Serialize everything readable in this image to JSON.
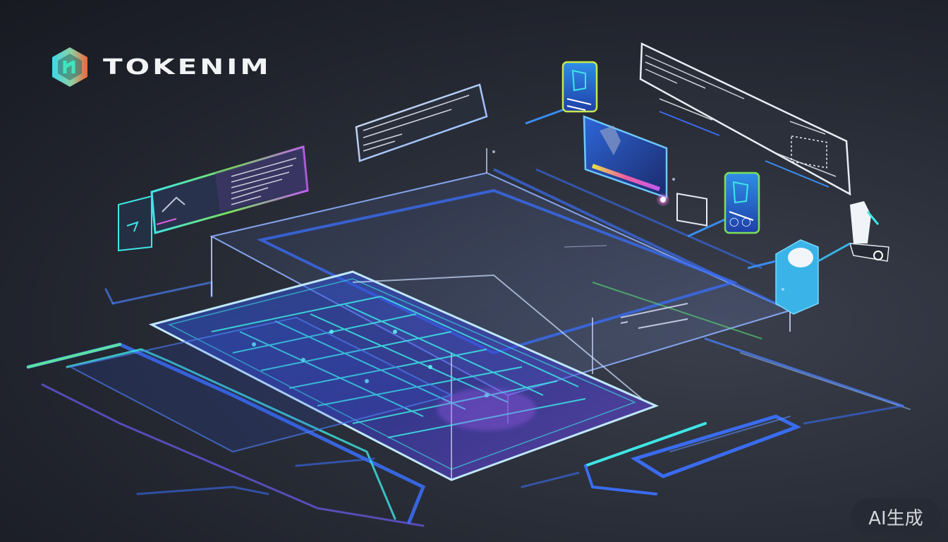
{
  "brand": {
    "name": "TOKENIM",
    "logo_icon": "hexagon-logo-icon",
    "colors": {
      "logo_left": "#3fd6e8",
      "logo_right": "#f0663a",
      "wordmark": "#f2f3f5"
    }
  },
  "badge": {
    "label": "AI生成"
  },
  "scene": {
    "description": "Isometric holographic illustration of layered glass UI panels with glowing circuit lines",
    "palette": {
      "background": "#23262f",
      "glow_blue": "#3a6cf0",
      "glow_cyan": "#3ee6e6",
      "glow_green": "#5be07a",
      "glow_purple": "#9a5cf0",
      "glow_pink": "#e05ce0"
    },
    "floating_cards": [
      {
        "id": "media-card-left",
        "icon": "bird-icon"
      },
      {
        "id": "text-card-left",
        "icon": "document-icon"
      },
      {
        "id": "text-card-center",
        "icon": "document-icon"
      },
      {
        "id": "app-icon-top",
        "icon": "app-tile-icon"
      },
      {
        "id": "video-card",
        "icon": "video-thumbnail-icon"
      },
      {
        "id": "wide-info-panel",
        "icon": "window-icon"
      },
      {
        "id": "app-icon-right",
        "icon": "app-tile-icon"
      },
      {
        "id": "robot-figure",
        "icon": "robot-icon"
      }
    ]
  }
}
